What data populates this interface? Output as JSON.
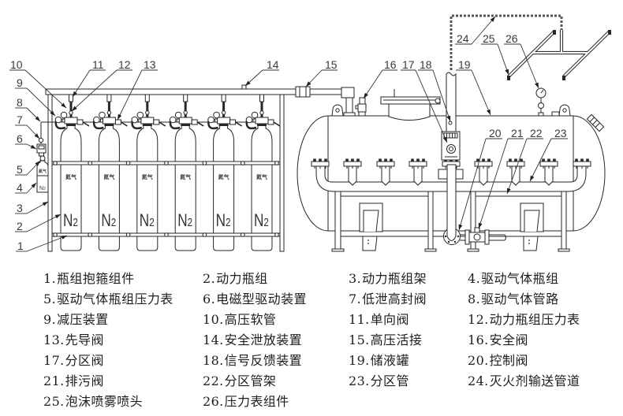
{
  "diagram": {
    "callouts": [
      "1",
      "2",
      "3",
      "4",
      "5",
      "6",
      "7",
      "8",
      "9",
      "10",
      "11",
      "12",
      "13",
      "14",
      "15",
      "16",
      "17",
      "18",
      "19",
      "20",
      "21",
      "22",
      "23",
      "24",
      "25",
      "26"
    ],
    "power_cylinder_count": 6,
    "cylinder_label": "氮气",
    "gas_symbol": "N",
    "gas_subscript": "2",
    "drive_cylinder_label": "氮气",
    "drive_gas_symbol": "N",
    "drive_gas_subscript": "2"
  },
  "legend": [
    {
      "num": "1.",
      "text": "瓶组抱箍组件"
    },
    {
      "num": "2.",
      "text": "动力瓶组"
    },
    {
      "num": "3.",
      "text": "动力瓶组架"
    },
    {
      "num": "4.",
      "text": "驱动气体瓶组"
    },
    {
      "num": "5.",
      "text": "驱动气体瓶组压力表"
    },
    {
      "num": "6.",
      "text": "电磁型驱动装置"
    },
    {
      "num": "7.",
      "text": "低泄高封阀"
    },
    {
      "num": "8.",
      "text": "驱动气体管路"
    },
    {
      "num": "9.",
      "text": "减压装置"
    },
    {
      "num": "10.",
      "text": "高压软管"
    },
    {
      "num": "11.",
      "text": "单向阀"
    },
    {
      "num": "12.",
      "text": "动力瓶组压力表"
    },
    {
      "num": "13.",
      "text": "先导阀"
    },
    {
      "num": "14.",
      "text": "安全泄放装置"
    },
    {
      "num": "15.",
      "text": "高压活接"
    },
    {
      "num": "16.",
      "text": "安全阀"
    },
    {
      "num": "17.",
      "text": "分区阀"
    },
    {
      "num": "18.",
      "text": "信号反馈装置"
    },
    {
      "num": "19.",
      "text": "储液罐"
    },
    {
      "num": "20.",
      "text": "控制阀"
    },
    {
      "num": "21.",
      "text": "排污阀"
    },
    {
      "num": "22.",
      "text": "分区管架"
    },
    {
      "num": "23.",
      "text": "分区管"
    },
    {
      "num": "24.",
      "text": "灭火剂输送管道"
    },
    {
      "num": "25.",
      "text": "泡沫喷雾喷头"
    },
    {
      "num": "26.",
      "text": "压力表组件"
    }
  ]
}
